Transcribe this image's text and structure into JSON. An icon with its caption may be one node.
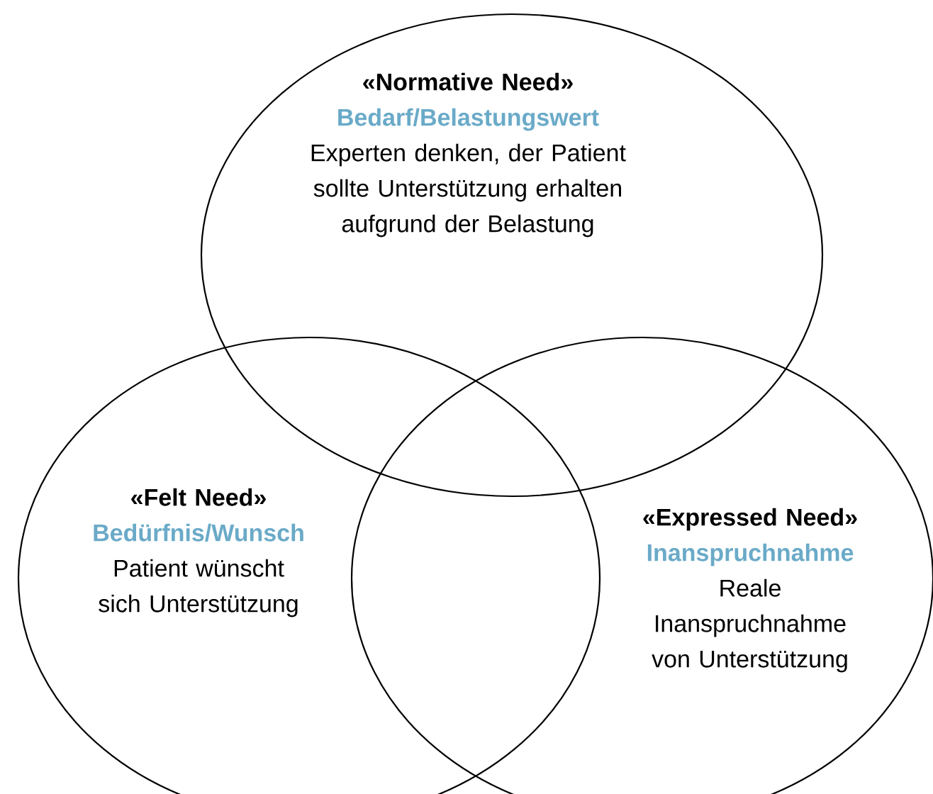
{
  "diagram": {
    "nodes": [
      {
        "text": [
          "«**Normative Need**»",
          "Bedarf/Belastungswert",
          "Experten denken, der Patient sollte Unterstützung erhalten aufgrund der Belastung"
        ]
      },
      {
        "text": [
          "«**Felt Need**»",
          "Bedürfnis/Wunsch",
          "Patient wünscht sich Unterstützung"
        ]
      },
      {
        "text": [
          "«**Expressed Need**»",
          "Inanspruchnahme",
          "Reale Inanspruchnahme von Unterstützung"
        ]
      }
    ],
    "edges": []
  }
}
